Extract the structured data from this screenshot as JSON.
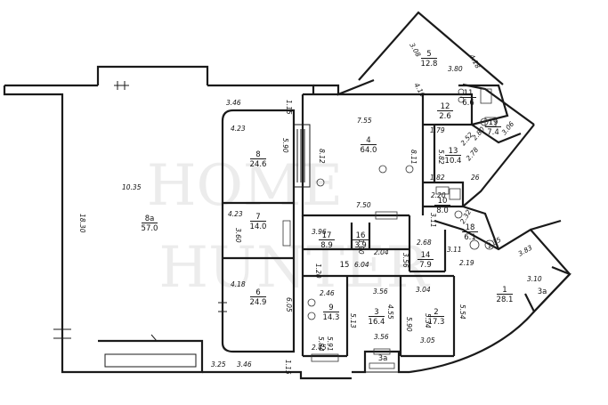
{
  "watermark": {
    "line1": "HOME",
    "line2": "HUNTER"
  },
  "rooms": [
    {
      "id": "room-8a",
      "number": "8a",
      "area": "57.0"
    },
    {
      "id": "room-8",
      "number": "8",
      "area": "24.6"
    },
    {
      "id": "room-7",
      "number": "7",
      "area": "14.0"
    },
    {
      "id": "room-6",
      "number": "6",
      "area": "24.9"
    },
    {
      "id": "room-4",
      "number": "4",
      "area": "64.0"
    },
    {
      "id": "room-5",
      "number": "5",
      "area": "12.8"
    },
    {
      "id": "room-11",
      "number": "11",
      "area": "6.6"
    },
    {
      "id": "room-12",
      "number": "12",
      "area": "2.6"
    },
    {
      "id": "room-19",
      "number": "19",
      "area": "7.4"
    },
    {
      "id": "room-13",
      "number": "13",
      "area": "10.4"
    },
    {
      "id": "room-10",
      "number": "10",
      "area": "8.0"
    },
    {
      "id": "room-17",
      "number": "17",
      "area": "8.9"
    },
    {
      "id": "room-16",
      "number": "16",
      "area": "3.9"
    },
    {
      "id": "room-14",
      "number": "14",
      "area": "7.9"
    },
    {
      "id": "room-18",
      "number": "18",
      "area": "6.1"
    },
    {
      "id": "room-15",
      "number": "15",
      "area": ""
    },
    {
      "id": "room-9",
      "number": "9",
      "area": "14.3"
    },
    {
      "id": "room-3",
      "number": "3",
      "area": "16.4"
    },
    {
      "id": "room-2",
      "number": "2",
      "area": "17.3"
    },
    {
      "id": "room-1",
      "number": "1",
      "area": "28.1"
    },
    {
      "id": "room-3a-top",
      "number": "3a",
      "area": ""
    },
    {
      "id": "room-3a-bottom",
      "number": "3a",
      "area": ""
    }
  ],
  "dimensions": [
    {
      "id": "d1",
      "text": "10.35"
    },
    {
      "id": "d2",
      "text": "18.30"
    },
    {
      "id": "d3",
      "text": "3.46"
    },
    {
      "id": "d4",
      "text": "1.15"
    },
    {
      "id": "d5",
      "text": "4.23"
    },
    {
      "id": "d6",
      "text": "5.90"
    },
    {
      "id": "d7",
      "text": "4.23"
    },
    {
      "id": "d8",
      "text": "3.60"
    },
    {
      "id": "d9",
      "text": "4.18"
    },
    {
      "id": "d10",
      "text": "6.05"
    },
    {
      "id": "d11",
      "text": "3.25"
    },
    {
      "id": "d12",
      "text": "3.46"
    },
    {
      "id": "d13",
      "text": "1.15"
    },
    {
      "id": "d14",
      "text": "7.55"
    },
    {
      "id": "d15",
      "text": "8.12"
    },
    {
      "id": "d16",
      "text": "8.11"
    },
    {
      "id": "d17",
      "text": "7.50"
    },
    {
      "id": "d18",
      "text": "3.08"
    },
    {
      "id": "d19",
      "text": "4.18"
    },
    {
      "id": "d20",
      "text": "3.80"
    },
    {
      "id": "d21",
      "text": "4.16"
    },
    {
      "id": "d22",
      "text": "2.80"
    },
    {
      "id": "d23",
      "text": "3.06"
    },
    {
      "id": "d24",
      "text": "1.79"
    },
    {
      "id": "d25",
      "text": "5.82"
    },
    {
      "id": "d26",
      "text": "2.52"
    },
    {
      "id": "d27",
      "text": "2.78"
    },
    {
      "id": "d28",
      "text": "1.82"
    },
    {
      "id": "d29",
      "text": "26"
    },
    {
      "id": "d30",
      "text": "2.20"
    },
    {
      "id": "d31",
      "text": "3.11"
    },
    {
      "id": "d32",
      "text": "3.96"
    },
    {
      "id": "d33",
      "text": "1.90"
    },
    {
      "id": "d34",
      "text": "2.04"
    },
    {
      "id": "d35",
      "text": "2.68"
    },
    {
      "id": "d36",
      "text": "3.56"
    },
    {
      "id": "d37",
      "text": "6.04"
    },
    {
      "id": "d38",
      "text": "1.20"
    },
    {
      "id": "d39",
      "text": "3.11"
    },
    {
      "id": "d40",
      "text": "2.19"
    },
    {
      "id": "d41",
      "text": "2.35"
    },
    {
      "id": "d42",
      "text": "3.83"
    },
    {
      "id": "d43",
      "text": "2.32"
    },
    {
      "id": "d44",
      "text": "2.46"
    },
    {
      "id": "d45",
      "text": "3.56"
    },
    {
      "id": "d46",
      "text": "3.04"
    },
    {
      "id": "d47",
      "text": "4.55"
    },
    {
      "id": "d48",
      "text": "5.13"
    },
    {
      "id": "d49",
      "text": "5.90"
    },
    {
      "id": "d50",
      "text": "5.34"
    },
    {
      "id": "d51",
      "text": "5.54"
    },
    {
      "id": "d52",
      "text": "5.84"
    },
    {
      "id": "d53",
      "text": "5.91"
    },
    {
      "id": "d54",
      "text": "2.45"
    },
    {
      "id": "d55",
      "text": "3.56"
    },
    {
      "id": "d56",
      "text": "3.05"
    },
    {
      "id": "d57",
      "text": "3.10"
    }
  ]
}
